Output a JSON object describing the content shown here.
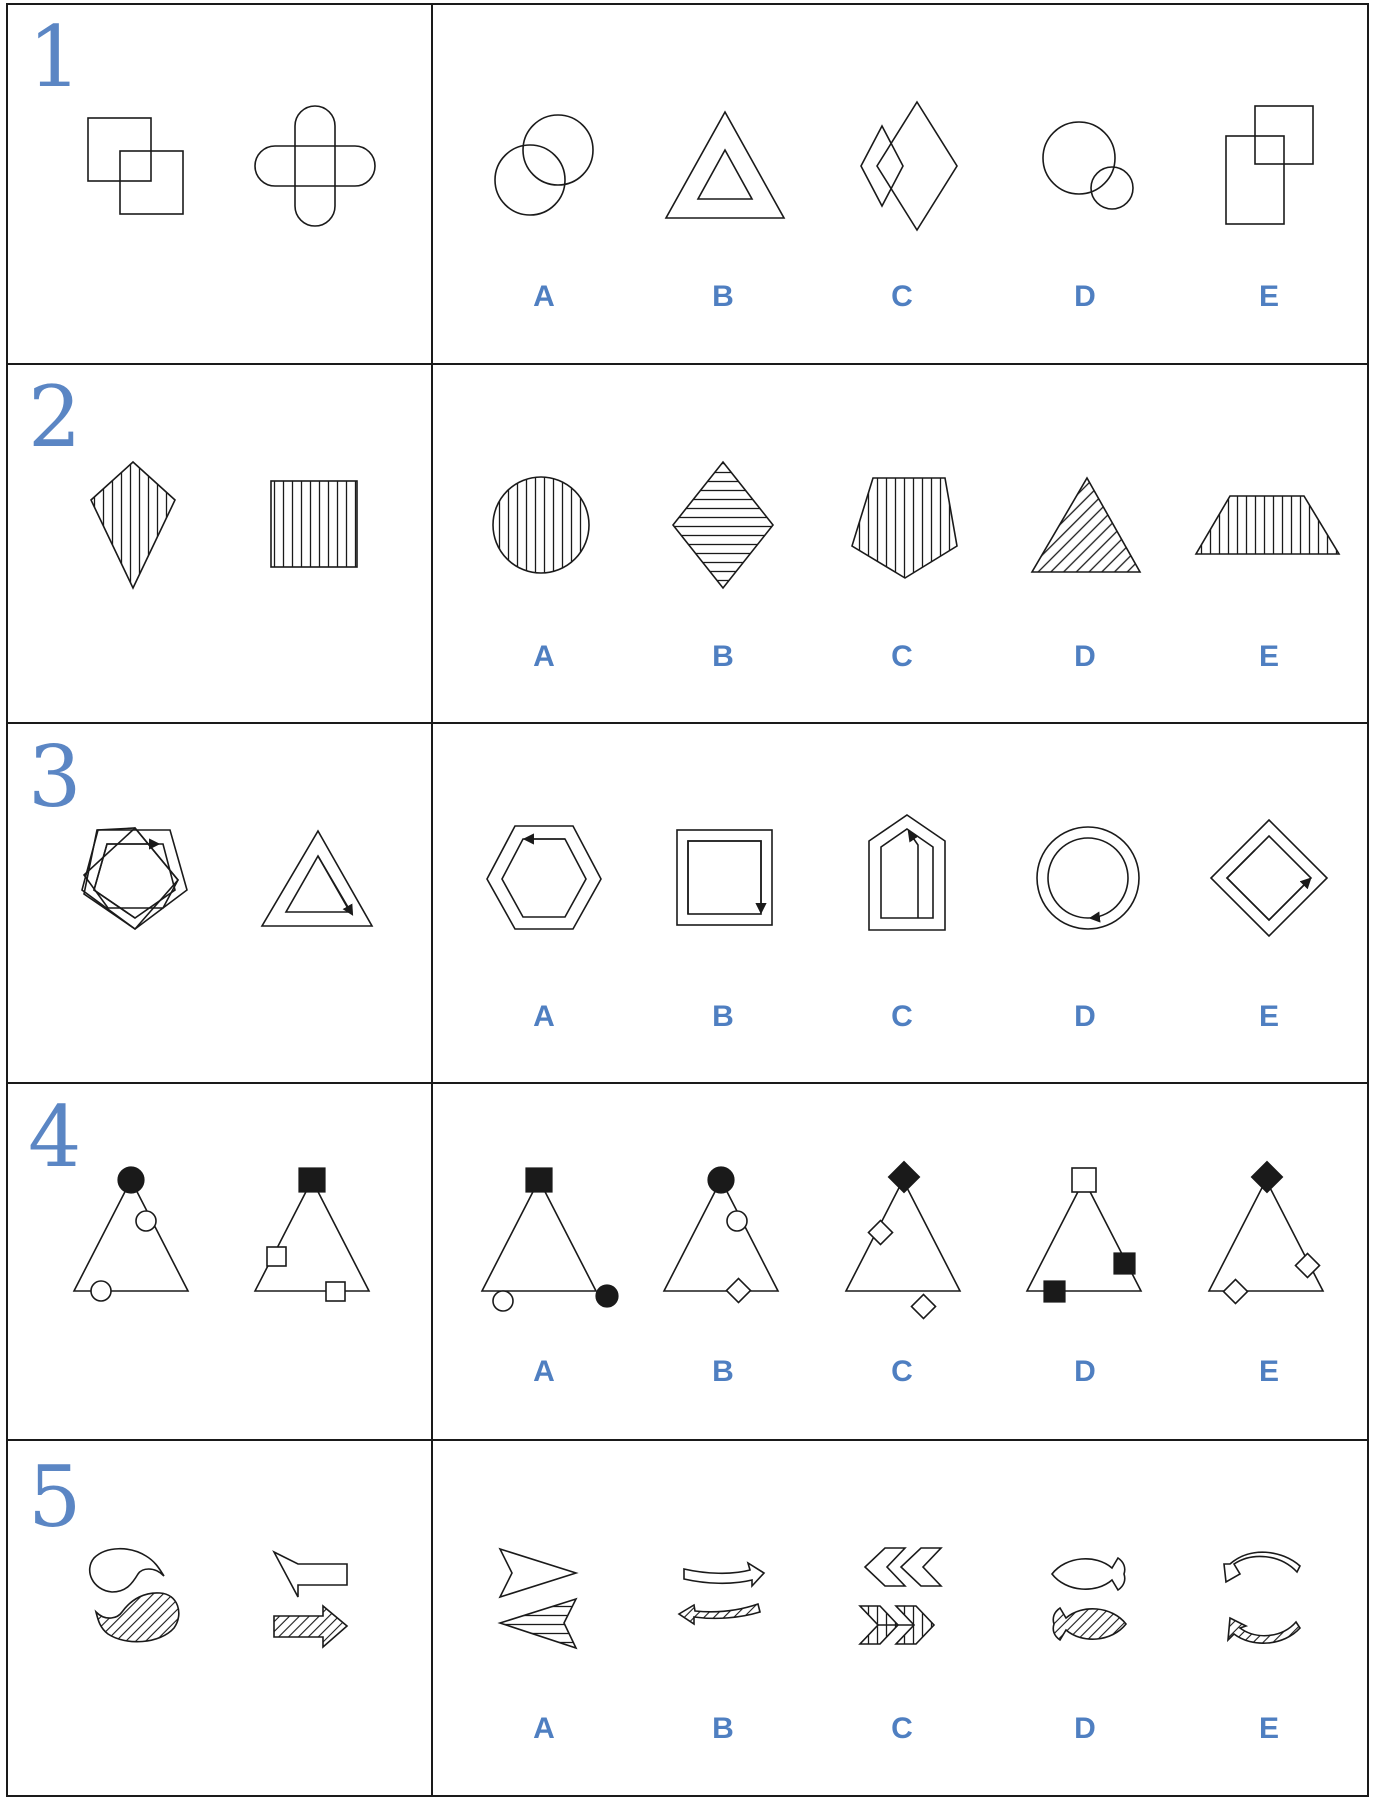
{
  "questions": [
    {
      "number": "1",
      "options": [
        "A",
        "B",
        "C",
        "D",
        "E"
      ]
    },
    {
      "number": "2",
      "options": [
        "A",
        "B",
        "C",
        "D",
        "E"
      ]
    },
    {
      "number": "3",
      "options": [
        "A",
        "B",
        "C",
        "D",
        "E"
      ]
    },
    {
      "number": "4",
      "options": [
        "A",
        "B",
        "C",
        "D",
        "E"
      ]
    },
    {
      "number": "5",
      "options": [
        "A",
        "B",
        "C",
        "D",
        "E"
      ]
    }
  ],
  "colors": {
    "label": "#4f7fc1",
    "number": "#5b86c4",
    "line": "#1a1a1a"
  }
}
